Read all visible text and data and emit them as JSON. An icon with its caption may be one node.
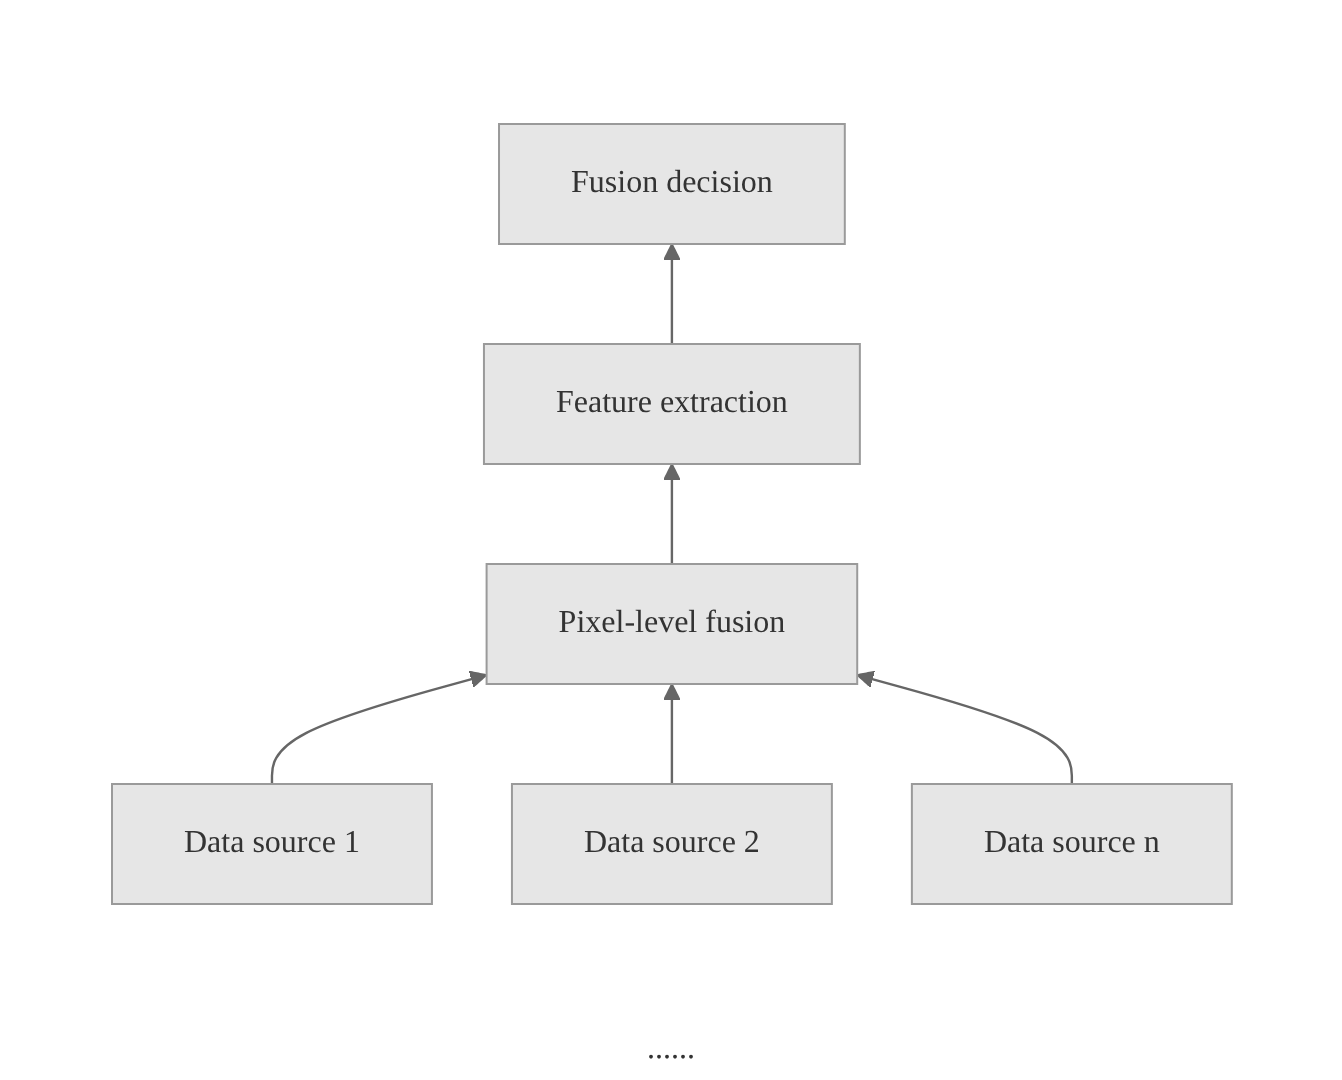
{
  "diagram": {
    "nodes": [
      {
        "text": [
          "Fusion decision"
        ]
      },
      {
        "text": [
          "Feature extraction"
        ]
      },
      {
        "text": [
          "Pixel-level fusion"
        ]
      },
      {
        "text": [
          "Data source 1"
        ]
      },
      {
        "text": [
          "Data source 2"
        ]
      },
      {
        "text": [
          "Data source n"
        ]
      }
    ],
    "edges": [
      {
        "from": 1,
        "to": 0,
        "arrow": "to"
      },
      {
        "from": 2,
        "to": 1,
        "arrow": "to"
      },
      {
        "from": 3,
        "to": 2,
        "arrow": "to"
      },
      {
        "from": 4,
        "to": 2,
        "arrow": "to"
      },
      {
        "from": 5,
        "to": 2,
        "arrow": "to"
      }
    ],
    "labels": [
      "......"
    ]
  }
}
